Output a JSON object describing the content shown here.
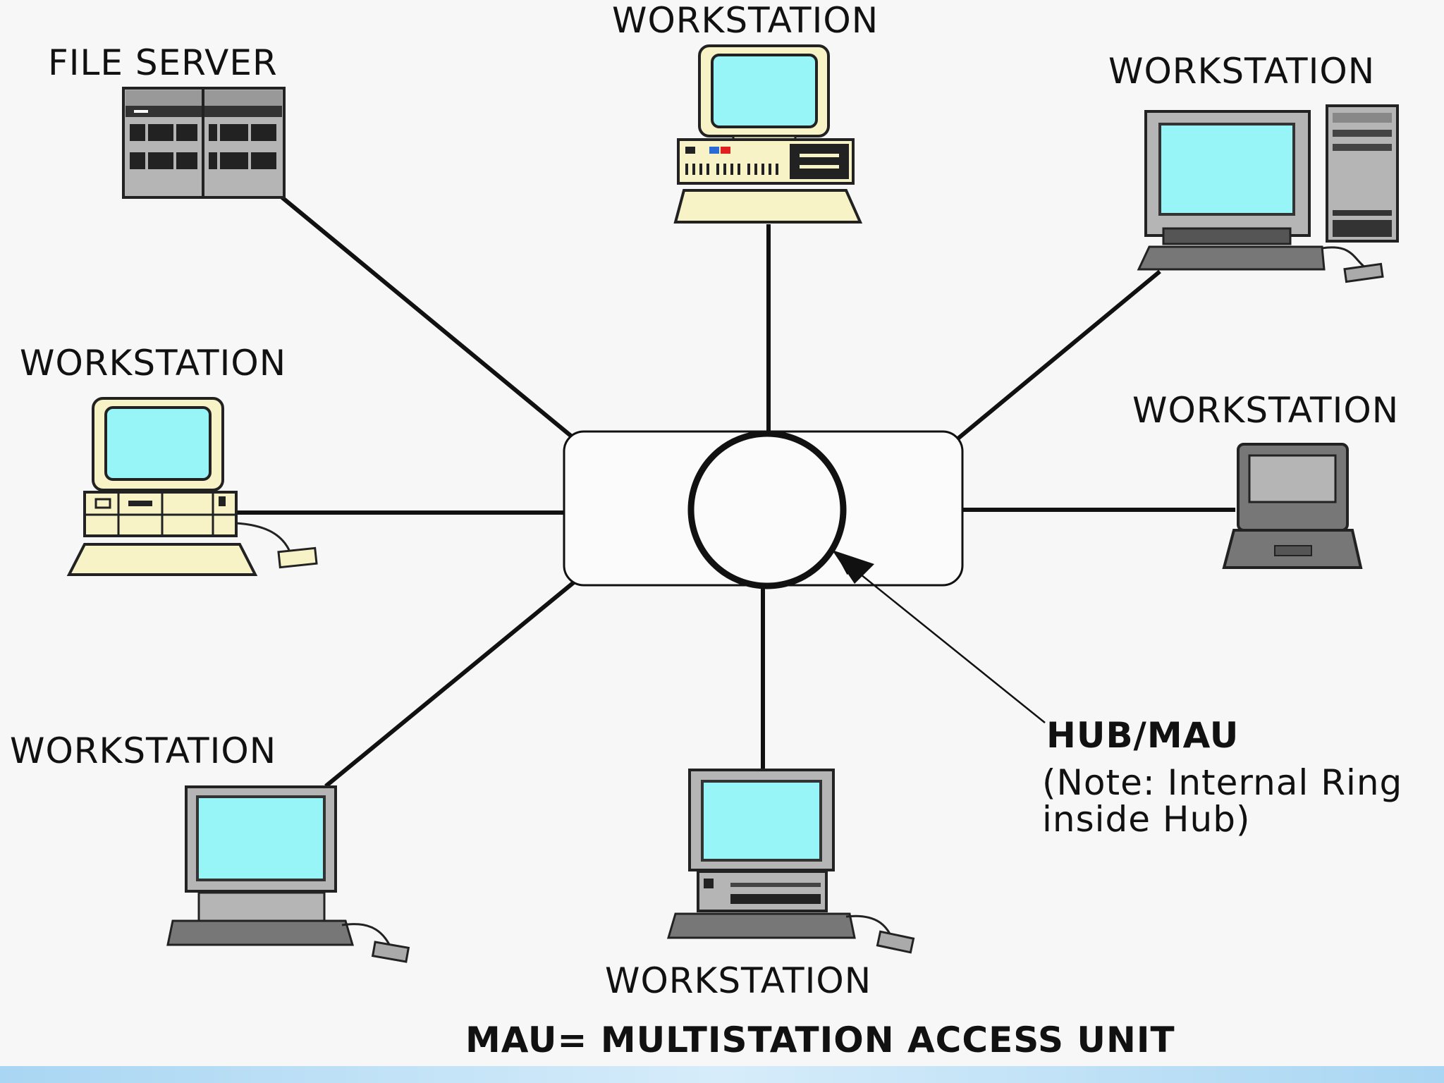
{
  "labels": {
    "file_server": "FILE SERVER",
    "ws_top": "WORKSTATION",
    "ws_top_right": "WORKSTATION",
    "ws_left": "WORKSTATION",
    "ws_right": "WORKSTATION",
    "ws_bottom_left": "WORKSTATION",
    "ws_bottom": "WORKSTATION"
  },
  "hub": {
    "title": "HUB/MAU",
    "note": "(Note: Internal Ring\ninside Hub)"
  },
  "caption": "MAU= MULTISTATION ACCESS UNIT",
  "colors": {
    "screen": "#98f5f7",
    "beige": "#f7f3c6",
    "gray": "#b5b5b5",
    "dark": "#222222",
    "background": "#f7f7f7"
  }
}
